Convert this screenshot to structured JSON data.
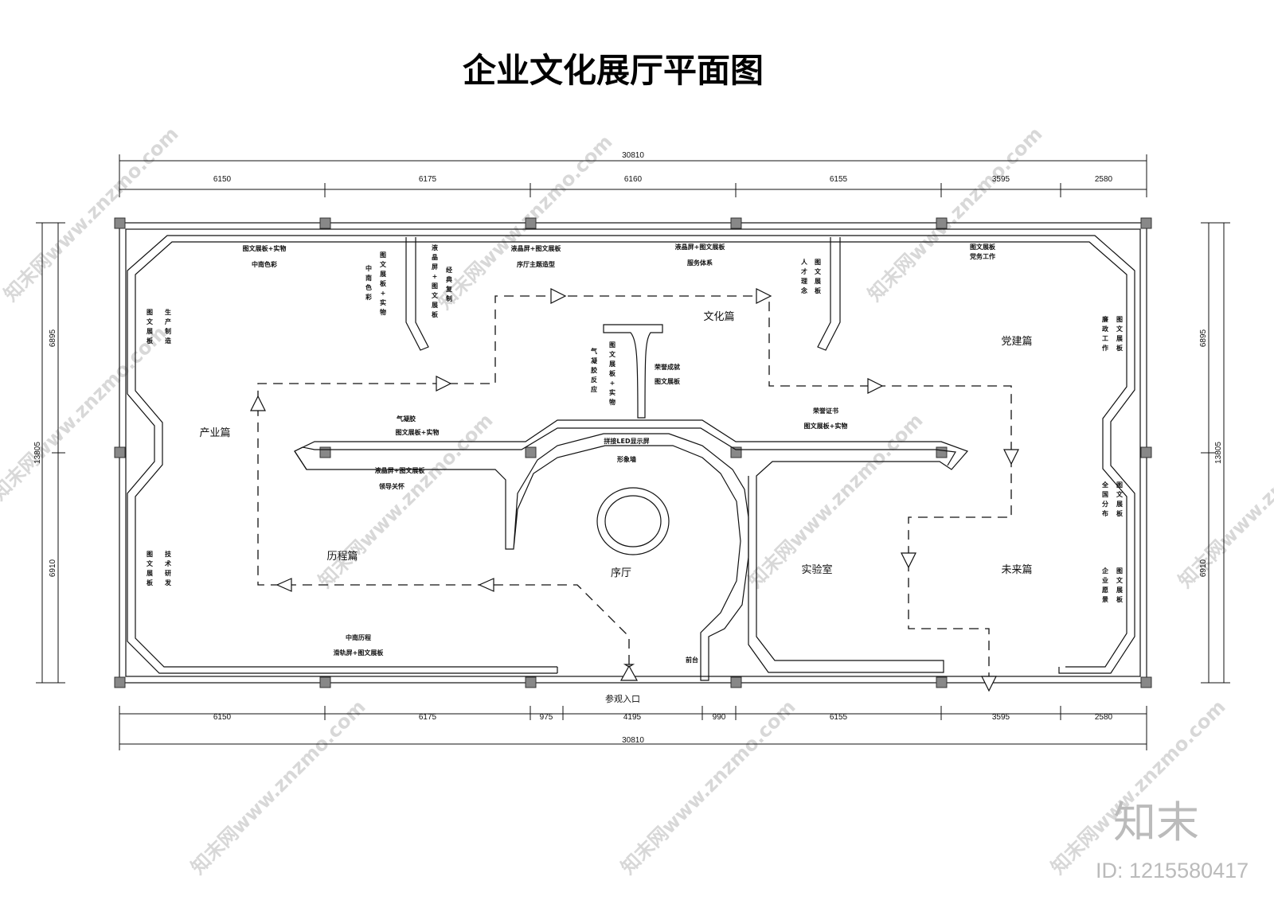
{
  "title": "企业文化展厅平面图",
  "dimensions": {
    "top_total": "30810",
    "top_segments": [
      "6150",
      "6175",
      "6160",
      "6155",
      "3595",
      "2580"
    ],
    "bottom_segments": [
      "6150",
      "6175",
      "975",
      "4195",
      "990",
      "6155",
      "3595",
      "2580"
    ],
    "bottom_total": "30810",
    "left_total": "13805",
    "left_segments": [
      "6895",
      "6910"
    ],
    "right_total": "13805",
    "right_segments": [
      "6895",
      "6910"
    ]
  },
  "zones": {
    "industry": "产业篇",
    "culture": "文化篇",
    "party": "党建篇",
    "history": "历程篇",
    "lobby": "序厅",
    "lab": "实验室",
    "future": "未来篇"
  },
  "entrance": "参观入口",
  "labels": {
    "l01": "图文展板+实物",
    "l02": "中南色彩",
    "l03": "中南色彩",
    "l04": "图文展板+实物",
    "l05": "液晶屏+图文展板",
    "l06": "经典复制",
    "l07": "液晶屏+图文展板",
    "l08": "序厅主题造型",
    "l09": "液晶屏+图文展板",
    "l10": "服务体系",
    "l11": "人才理念",
    "l12": "图文展板",
    "l13": "图文展板",
    "l14": "党务工作",
    "l15": "生产制造",
    "l16": "图文展板",
    "l17": "廉政工作",
    "l18": "图文展板",
    "l19": "气凝胶反应",
    "l20": "图文展板+实物",
    "l21": "荣誉成就",
    "l22": "图文展板",
    "l23": "气凝胶",
    "l24": "图文展板+实物",
    "l25": "荣誉证书",
    "l26": "图文展板+实物",
    "l27": "拼接LED显示屏",
    "l28": "形象墙",
    "l29": "液晶屏+图文展板",
    "l30": "领导关怀",
    "l31": "全国分布",
    "l32": "图文展板",
    "l33": "图文展板",
    "l34": "技术研发",
    "l35": "企业愿景",
    "l36": "图文展板",
    "l37": "中南历程",
    "l38": "滑轨屏+图文展板",
    "l39": "前台"
  },
  "watermarks": {
    "text": "知末网www.znzmo.com",
    "logo": "知末",
    "id": "ID: 1215580417"
  }
}
